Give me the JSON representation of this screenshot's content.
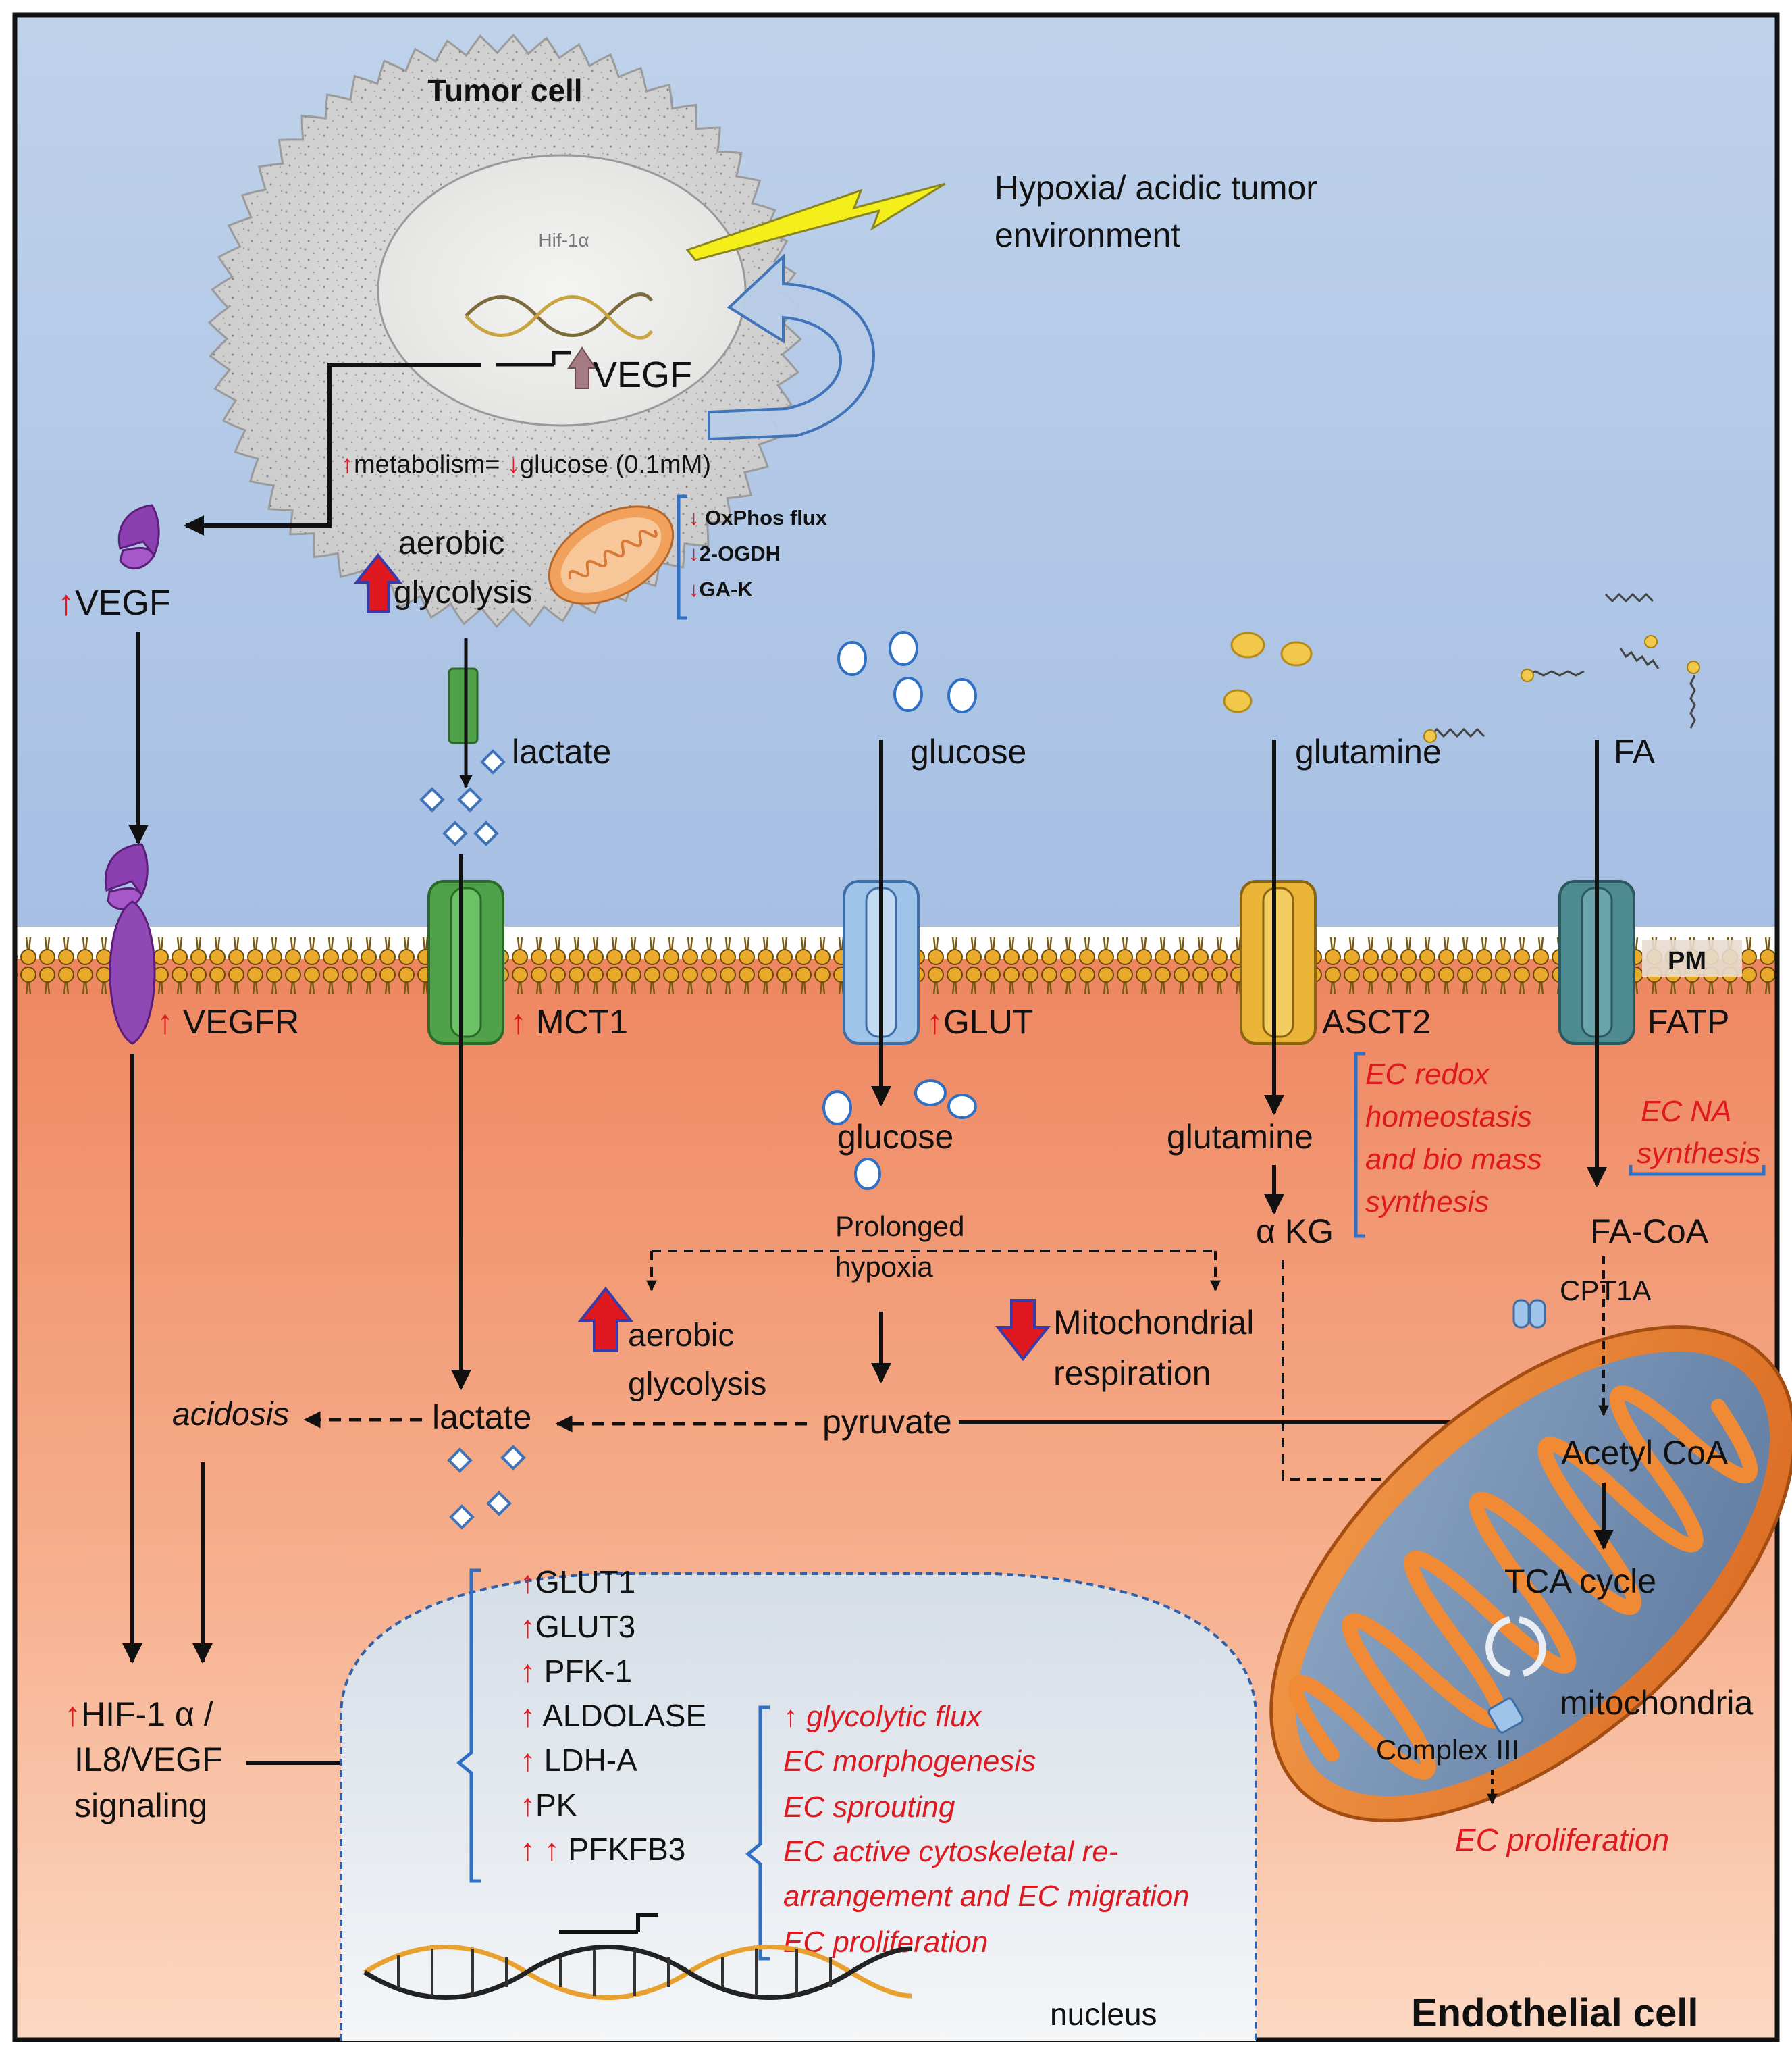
{
  "tumor": {
    "title": "Tumor cell",
    "hif": "Hif-1α",
    "vegf": "VEGF",
    "metabolism_up": "↑",
    "metabolism": "metabolism= ",
    "glucose_down": "↓",
    "glucose": "glucose (0.1mM)",
    "aerobic1": "aerobic",
    "aerobic2": "glycolysis",
    "mito_list": [
      {
        "arrow": "↓",
        "text": " OxPhos flux"
      },
      {
        "arrow": "↓",
        "text": "2-OGDH"
      },
      {
        "arrow": "↓",
        "text": "GA-K"
      }
    ]
  },
  "env": {
    "line1": "Hypoxia/ acidic tumor",
    "line2": "environment"
  },
  "left": {
    "up": "↑",
    "vegf": "VEGF",
    "vegfr": "VEGFR"
  },
  "transporters": {
    "lactate": "lactate",
    "mct1": "MCT1",
    "glucose": "glucose",
    "glut": "GLUT",
    "glutamine": "glutamine",
    "asct2": "ASCT2",
    "fa": "FA",
    "fatp": "FATP",
    "pm": "PM",
    "up": "↑"
  },
  "intracellular": {
    "glucose": "glucose",
    "prolonged1": "Prolonged",
    "prolonged2": "hypoxia",
    "aerobic1": "aerobic",
    "aerobic2": "glycolysis",
    "mito1": "Mitochondrial",
    "mito2": "respiration",
    "pyruvate": "pyruvate",
    "lactate": "lactate",
    "acidosis": "acidosis",
    "glutamine": "glutamine",
    "akg": "α KG",
    "redox": [
      "EC redox",
      "homeostasis",
      "and bio mass",
      "synthesis"
    ],
    "na": [
      "EC NA",
      "synthesis"
    ],
    "facoa": "FA-CoA",
    "cpt1a": "CPT1A",
    "acetyl": "Acetyl CoA",
    "tca": "TCA cycle",
    "mitochondria": "mitochondria",
    "complex3": "Complex III",
    "ec_prolif": "EC proliferation"
  },
  "signaling": {
    "up": "↑",
    "line1": "HIF-1 α /",
    "line2": "IL8/VEGF",
    "line3": "signaling"
  },
  "genes": [
    {
      "arrow": "↑",
      "name": "GLUT1"
    },
    {
      "arrow": "↑",
      "name": "GLUT3"
    },
    {
      "arrow": "↑",
      "name": " PFK-1"
    },
    {
      "arrow": "↑",
      "name": " ALDOLASE"
    },
    {
      "arrow": "↑",
      "name": " LDH-A"
    },
    {
      "arrow": "↑",
      "name": "PK"
    },
    {
      "arrow": "↑ ↑",
      "name": " PFKFB3"
    }
  ],
  "effects": [
    "↑ glycolytic flux",
    "EC morphogenesis",
    "EC sprouting",
    "EC active cytoskeletal re-",
    "arrangement and EC migration",
    "EC proliferation"
  ],
  "nucleus": "nucleus",
  "endothelial": "Endothelial cell",
  "colors": {
    "sky_top": "#b7cce6",
    "sky_bottom": "#a9c2e4",
    "cell_top": "#ef8a62",
    "cell_bottom": "#fbd3bd",
    "accent_red": "#e0181f",
    "bracket_blue": "#2f6fc4"
  }
}
